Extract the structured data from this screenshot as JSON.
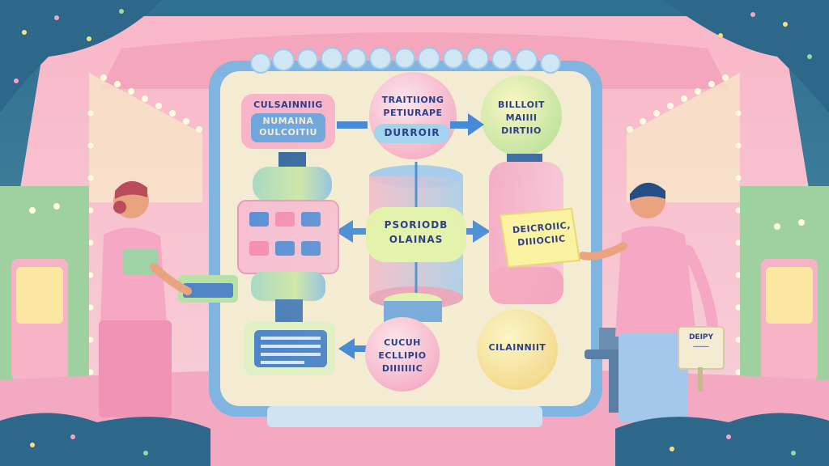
{
  "colors": {
    "sky_teal": "#2f6f8f",
    "background_pink": "#f6c9d6",
    "board_cream": "#f4ecd2",
    "board_frame_blue": "#7fb5e0",
    "accent_yellow": "#f6f08a",
    "accent_green": "#9fd6a6",
    "arrow_blue": "#3f86d6"
  },
  "board": {
    "node_top_left": {
      "line1": "CULSAINNIIG",
      "line2": "NUMAINA",
      "line3": "OULCOITIU"
    },
    "node_top_center": {
      "line1": "TRAITIIONG",
      "line2": "PETIURAPE",
      "line3": "DURROIR"
    },
    "node_top_right": {
      "line1": "BILLLOIT",
      "line2": "MAIIII",
      "line3": "DIRTIIO"
    },
    "node_center": {
      "line1": "PSORIODB",
      "line2": "OLAINAS"
    },
    "node_bottom_center": {
      "line1": "CUCUH",
      "line2": "ECLLIPIO",
      "line3": "DIIIIIIIC"
    },
    "node_bottom_right": {
      "line1": "CILAINNIIT"
    }
  },
  "man_note": {
    "line1": "DEICROIIC,",
    "line2": "DIIIOCIIC"
  },
  "sign": {
    "line1": "DEIPY",
    "line2": "────"
  }
}
